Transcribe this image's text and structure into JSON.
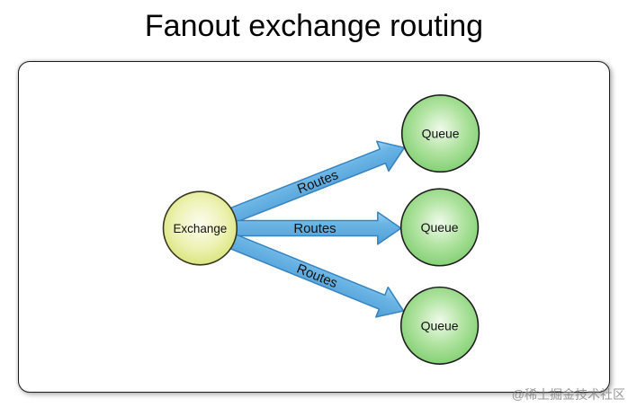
{
  "title": "Fanout exchange routing",
  "watermark": "@稀土掘金技术社区",
  "diagram": {
    "exchange": {
      "label": "Exchange"
    },
    "queues": [
      {
        "label": "Queue"
      },
      {
        "label": "Queue"
      },
      {
        "label": "Queue"
      }
    ],
    "routes": [
      {
        "label": "Routes"
      },
      {
        "label": "Routes"
      },
      {
        "label": "Routes"
      }
    ],
    "colors": {
      "exchange_fill_center": "#FBFCEE",
      "exchange_fill_edge": "#D7E170",
      "queue_fill_center": "#F0FAEB",
      "queue_fill_edge": "#7ACC6B",
      "arrow_fill_light": "#9FD3F1",
      "arrow_fill_dark": "#519FD8",
      "arrow_stroke": "#3583C1",
      "node_stroke": "#2B2B1E",
      "panel_border": "#1B1B1B",
      "watermark_gray": "#8A8A8A"
    }
  }
}
